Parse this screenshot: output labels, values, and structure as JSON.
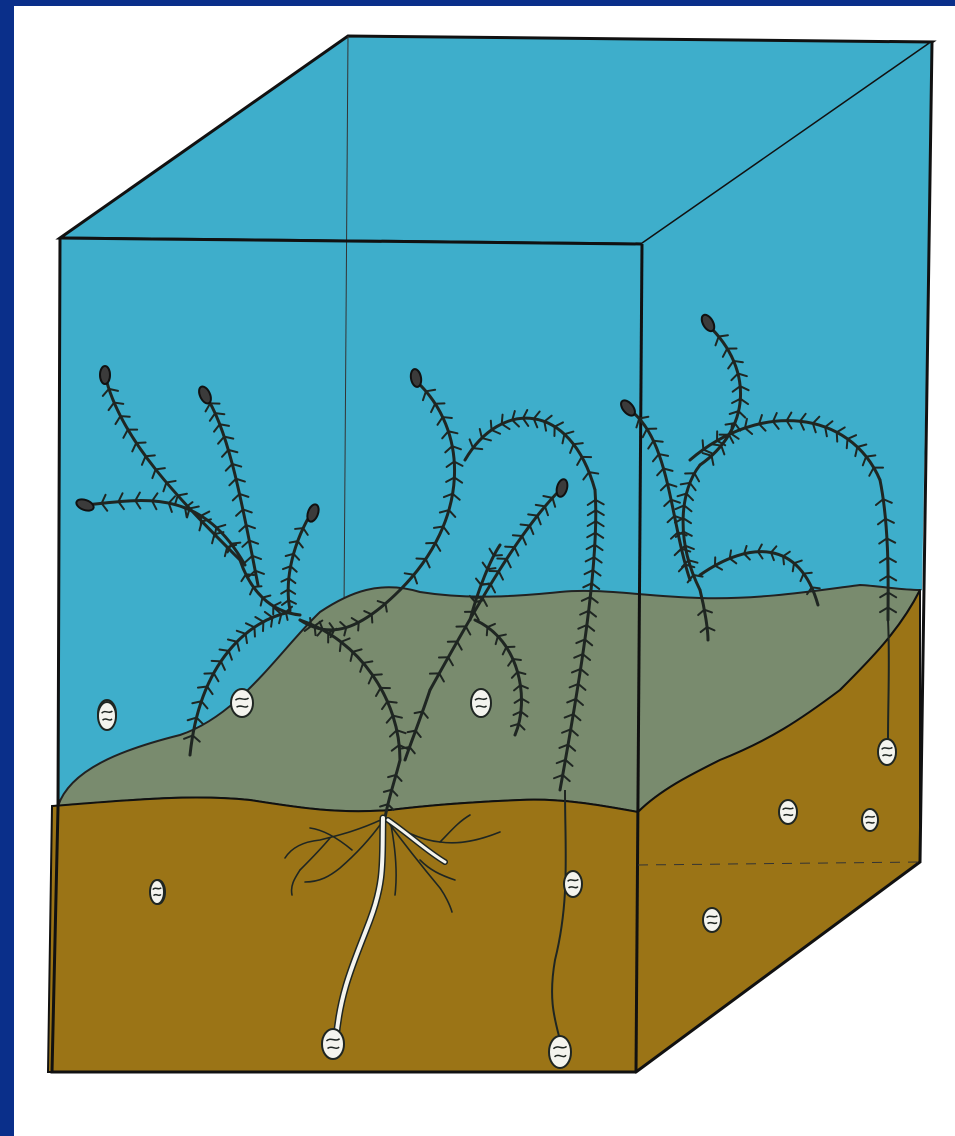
{
  "colors": {
    "frame": "#0a2f8a",
    "water": "#3eaecb",
    "sediment_surface": "#798b6e",
    "sediment": "#9b7416",
    "plant": "#1f2622",
    "outline": "#111111",
    "tuber": "#f4f4ee"
  },
  "illustration": {
    "subject": "aquatic-plant-in-tank",
    "parts": [
      "water",
      "sediment-surface",
      "sediment",
      "plant-shoots",
      "turions",
      "rhizomes",
      "roots",
      "tubers"
    ]
  }
}
